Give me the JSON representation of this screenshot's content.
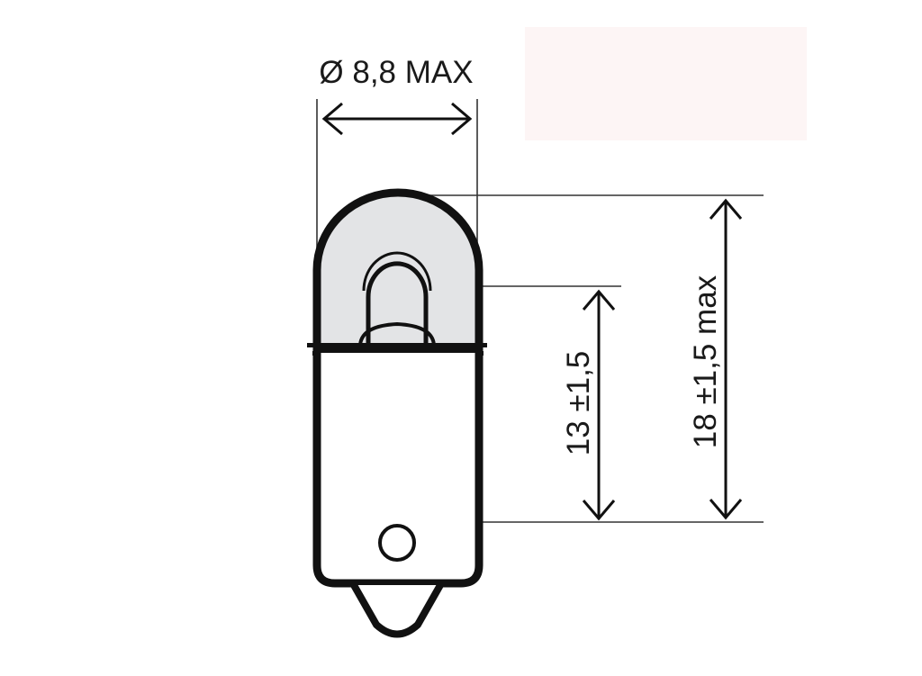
{
  "title": "Bulb dimension drawing",
  "dimensions": {
    "diameter_label": "Ø 8,8 MAX",
    "light_center_label": "13 ±1,5",
    "overall_length_label": "18 ±1,5 max"
  },
  "colors": {
    "outline": "#111111",
    "glass_fill": "#e3e4e6",
    "dimension_line": "#333333",
    "background_patch": "#fdf5f5"
  }
}
